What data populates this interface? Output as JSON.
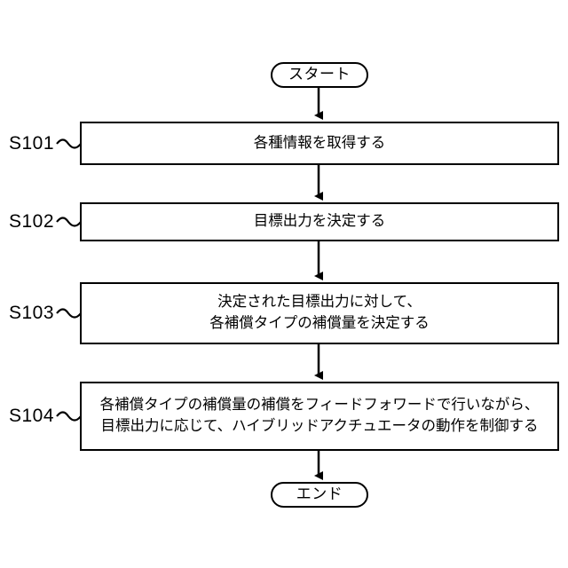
{
  "diagram": {
    "type": "flowchart",
    "title_visible": false,
    "orientation": "top-to-bottom",
    "background_color": "#ffffff",
    "line_color": "#000000",
    "nodes": [
      {
        "id": "start",
        "shape": "terminal",
        "label": "スタート",
        "step_id": ""
      },
      {
        "id": "s101",
        "shape": "process",
        "step_id": "S101",
        "lines": [
          "各種情報を取得する"
        ]
      },
      {
        "id": "s102",
        "shape": "process",
        "step_id": "S102",
        "lines": [
          "目標出力を決定する"
        ]
      },
      {
        "id": "s103",
        "shape": "process",
        "step_id": "S103",
        "lines": [
          "決定された目標出力に対して、",
          "各補償タイプの補償量を決定する"
        ]
      },
      {
        "id": "s104",
        "shape": "process",
        "step_id": "S104",
        "lines": [
          "各補償タイプの補償量の補償をフィードフォワードで行いながら、",
          "目標出力に応じて、ハイブリッドアクチュエータの動作を制御する"
        ]
      },
      {
        "id": "end",
        "shape": "terminal",
        "label": "エンド",
        "step_id": ""
      }
    ],
    "edges": [
      {
        "from": "start",
        "to": "s101",
        "arrow": true
      },
      {
        "from": "s101",
        "to": "s102",
        "arrow": true
      },
      {
        "from": "s102",
        "to": "s103",
        "arrow": true
      },
      {
        "from": "s103",
        "to": "s104",
        "arrow": true
      },
      {
        "from": "s104",
        "to": "end",
        "arrow": true
      }
    ]
  }
}
